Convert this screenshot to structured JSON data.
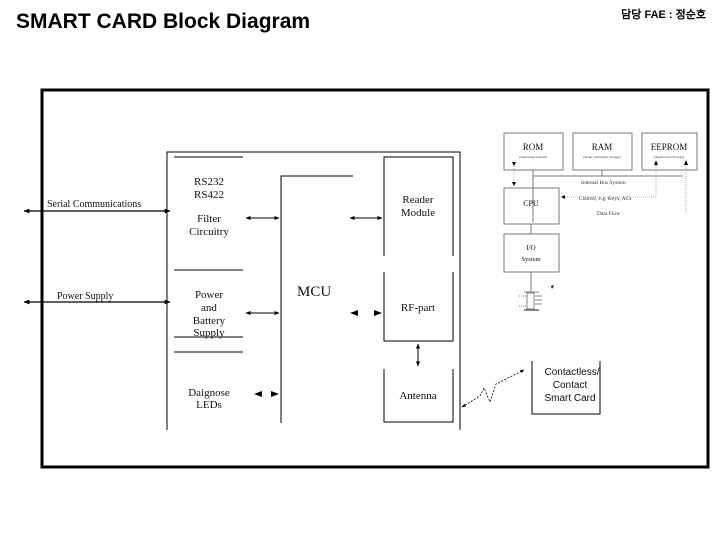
{
  "header": {
    "title": "SMART CARD  Block Diagram",
    "fae_label": "담당 FAE : 정순호"
  },
  "diagram": {
    "external_links": {
      "serial": "Serial Communications",
      "power": "Power Supply"
    },
    "interface_blocks": {
      "rs_line1": "RS232",
      "rs_line2": "RS422",
      "filter_line1": "Filter",
      "filter_line2": "Circuitry",
      "power_line1": "Power",
      "power_line2": "and",
      "power_line3": "Battery",
      "power_line4": "Supply",
      "leds_line1": "Daignose",
      "leds_line2": "LEDs"
    },
    "mcu": {
      "label": "MCU"
    },
    "rf_blocks": {
      "reader_line1": "Reader",
      "reader_line2": "Module",
      "rf_part": "RF-part",
      "antenna": "Antenna"
    },
    "card": {
      "line1": "Contactless/",
      "line2": "Contact",
      "line3": "Smart Card"
    },
    "card_internals": {
      "rom": {
        "label": "ROM",
        "sub": "(Operating System)"
      },
      "ram": {
        "label": "RAM",
        "sub": "(Temp. Operation Storage)"
      },
      "eeprom": {
        "label": "EEPROM",
        "sub": "(Application Storage)"
      },
      "cpu": "CPU",
      "io_line1": "I/O",
      "io_line2": "System",
      "bus_label": "Internal Bus System",
      "control_label": "Control, e.g. Keys, ACs",
      "dataflow_label": "Data Flow"
    }
  }
}
